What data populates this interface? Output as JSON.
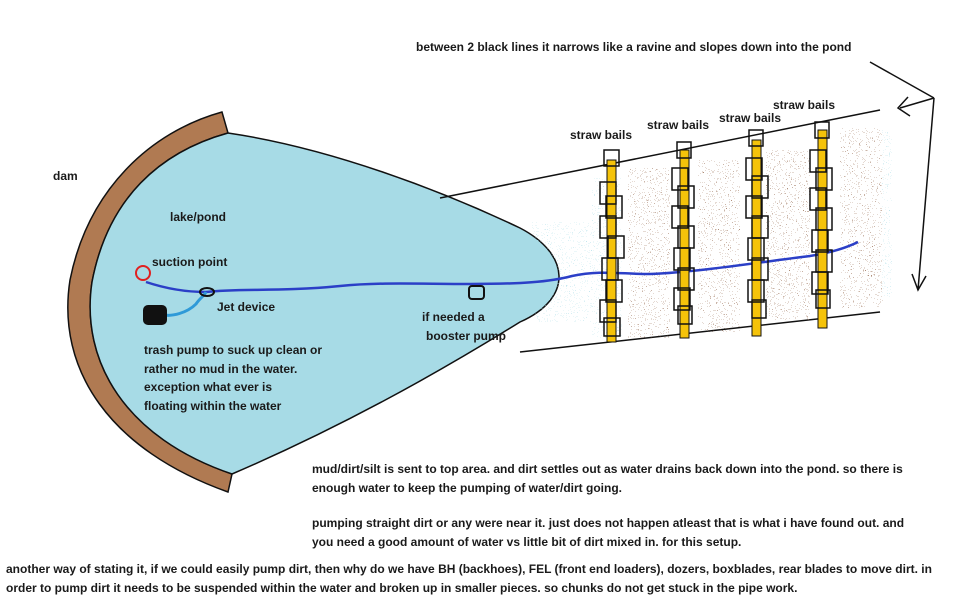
{
  "labels": {
    "top_note": "between 2 black lines it narrows like a ravine and slopes down into the pond",
    "dam": "dam",
    "lake": "lake/pond",
    "suction_point": "suction point",
    "jet_device": "Jet device",
    "booster_pump": [
      "if needed a",
      "booster pump"
    ],
    "straw_bails": [
      "straw bails",
      "straw bails",
      "straw bails",
      "straw bails"
    ],
    "trash_pump_note": [
      "trash pump to suck up clean or",
      "rather no mud in the water.",
      "exception what ever is",
      "floating within the water"
    ]
  },
  "notes": {
    "silt_note": "mud/dirt/silt is sent to top area. and dirt settles out as water drains back down into the pond. so there is enough water to keep the pumping of water/dirt going.",
    "pumping_note": "pumping straight dirt or any were near it. just does not happen atleast that is what i have found out.  and you need a good amount of water vs little bit of dirt mixed in.  for this setup.",
    "bottom_note": "another way of stating it, if we could easily pump dirt, then why do we have BH (backhoes), FEL (front end loaders), dozers, boxblades, rear blades to move dirt.    in order to pump dirt it needs to be suspended within the water and broken up in smaller pieces. so chunks do not get stuck in the pipe work."
  },
  "colors": {
    "dam": "#b07a52",
    "water": "#a7dbe6",
    "pipe": "#2b3fc7",
    "jet_line": "#2e9ad8",
    "straw": "#f5c30a",
    "silt": "#8a5a3c",
    "suction": "#e02020"
  }
}
